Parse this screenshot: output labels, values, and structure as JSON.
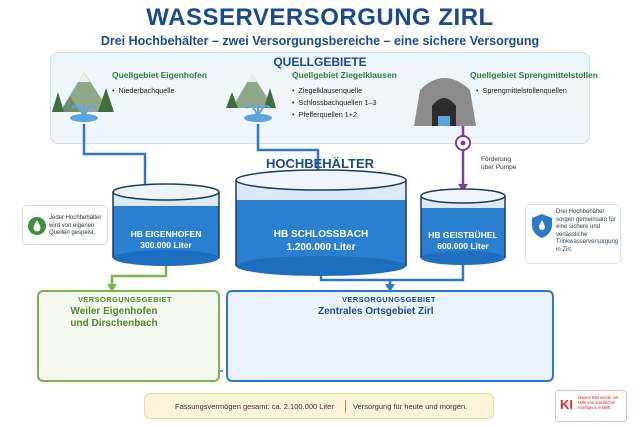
{
  "header": {
    "title": "WASSERVERSORGUNG ZIRL",
    "subtitle": "Drei Hochbehälter – zwei Versorgungsbereiche – eine sichere Versorgung"
  },
  "springs": {
    "title": "QUELLGEBIETE",
    "sources": [
      {
        "name": "Quellgebiet Eigenhofen",
        "items": [
          "Niederbachquelle"
        ]
      },
      {
        "name": "Quellgebiet Ziegelklausen",
        "items": [
          "Ziegelklausenquelle",
          "Schlossbachquellen 1–3",
          "Pfefferquellen 1+2"
        ]
      },
      {
        "name": "Quellgebiet Sprengmittelstollen",
        "items": [
          "Sprengmittelstollenquellen"
        ]
      }
    ],
    "pump_label": [
      "Förderung",
      "über Pumpe"
    ]
  },
  "reservoirs": {
    "heading": "HOCHBEHÄLTER",
    "tanks": [
      {
        "name": "HB EIGENHOFEN",
        "volume": "300.000 Liter"
      },
      {
        "name": "HB SCHLOSSBACH",
        "volume": "1.200.000 Liter"
      },
      {
        "name": "HB GEISTBÜHEL",
        "volume": "600.000 Liter"
      }
    ]
  },
  "notes": {
    "left": "Jeder Hochbehälter wird von eigenen Quellen gespeist.",
    "right": "Drei Hochbehälter sorgen gemeinsam für eine sichere und verlässliche Trinkwasserversorgung in Zirl."
  },
  "zones": {
    "left": {
      "caption": "VERSORGUNGSGEBIET",
      "name_line1": "Weiler Eigenhofen",
      "name_line2": "und Dirschenbach"
    },
    "right": {
      "caption": "VERSORGUNGSGEBIET",
      "name": "Zentrales Ortsgebiet Zirl"
    }
  },
  "footer": {
    "capacity": "Fassungsvermögen gesamt: ca. 2.100.000 Liter",
    "tagline": "Versorgung für heute und morgen.",
    "ai_mark": "KI",
    "ai_note": "Dieses Bild wurde mit Hilfe von künstlicher Intelligenz erstellt."
  },
  "colors": {
    "title_blue": "#1b4a8e",
    "spring_green": "#2f7d32",
    "pipe_blue": "#2f78c8",
    "pipe_green": "#7bb34f",
    "pipe_purple": "#7b3fa0",
    "tank_water": "#2b7fd0"
  },
  "icons": [
    "mountain-icon",
    "spring-fountain-icon",
    "cave-tunnel-icon",
    "pump-icon",
    "water-drop-icon",
    "shield-drop-icon",
    "lightbulb-icon"
  ]
}
